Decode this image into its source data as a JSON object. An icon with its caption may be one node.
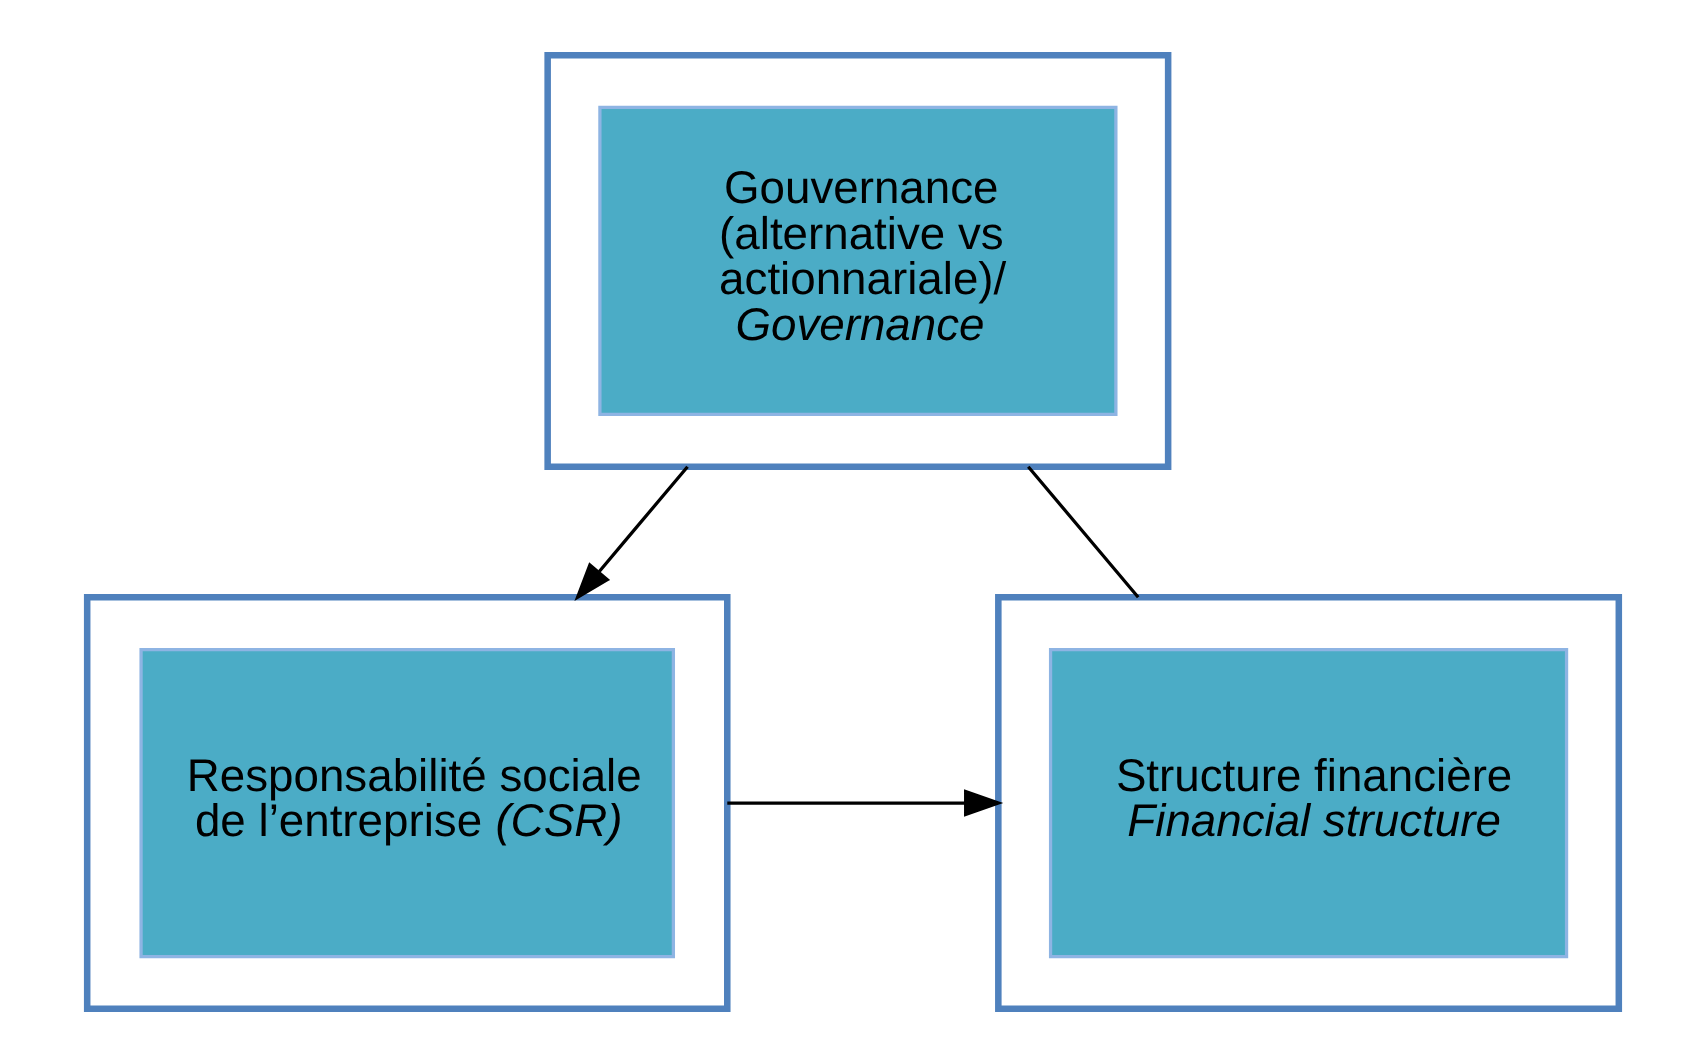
{
  "diagram": {
    "nodes": [
      {
        "text": [],
        "shape": "box"
      },
      {
        "text": [
          "Gouvernance (alternative vs actionnariale)/ *Governance*"
        ],
        "in": 0
      },
      {
        "text": [],
        "shape": "box"
      },
      {
        "text": [
          "Responsabilité sociale de l’entreprise *(CSR)*"
        ],
        "in": 2
      },
      {
        "text": [],
        "shape": "box"
      },
      {
        "text": [
          "Structure financière *Financial structure*"
        ],
        "in": 4
      }
    ],
    "edges": [
      {
        "from": 0,
        "to": 2,
        "arrow": "to"
      },
      {
        "from": 2,
        "to": 4,
        "arrow": "to"
      },
      {
        "from": 4,
        "to": 0,
        "arrow": "none"
      }
    ]
  }
}
